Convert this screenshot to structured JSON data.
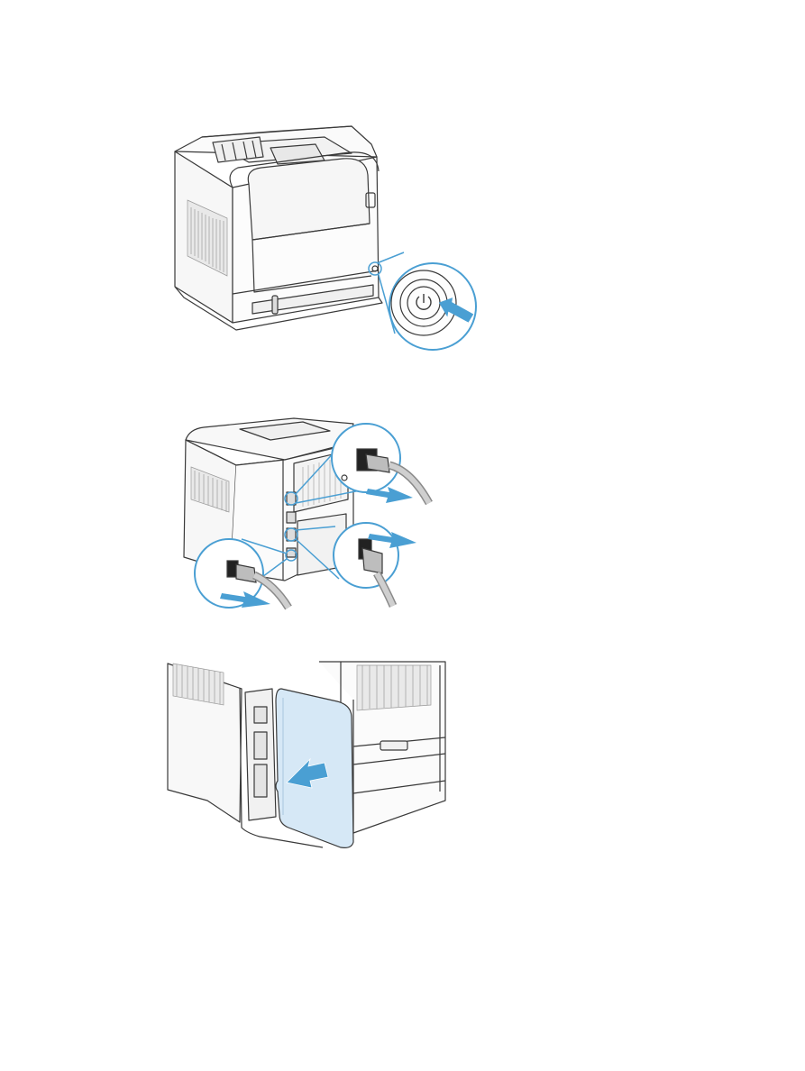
{
  "page": {
    "figures": [
      {
        "id": "power-off",
        "description_icons": [
          "power-icon",
          "press-arrow-icon"
        ]
      },
      {
        "id": "disconnect-cables",
        "description_icons": [
          "usb-cable-icon",
          "network-cable-icon",
          "power-cable-icon",
          "pull-arrow-icon"
        ]
      },
      {
        "id": "remove-formatter-cover",
        "description_icons": [
          "cover-panel",
          "slide-arrow-icon"
        ]
      }
    ]
  },
  "colors": {
    "line": "#3a3a3a",
    "accent_blue": "#4a9fd3",
    "panel_blue": "#d6e8f6",
    "grille": "#9a9a9a"
  }
}
